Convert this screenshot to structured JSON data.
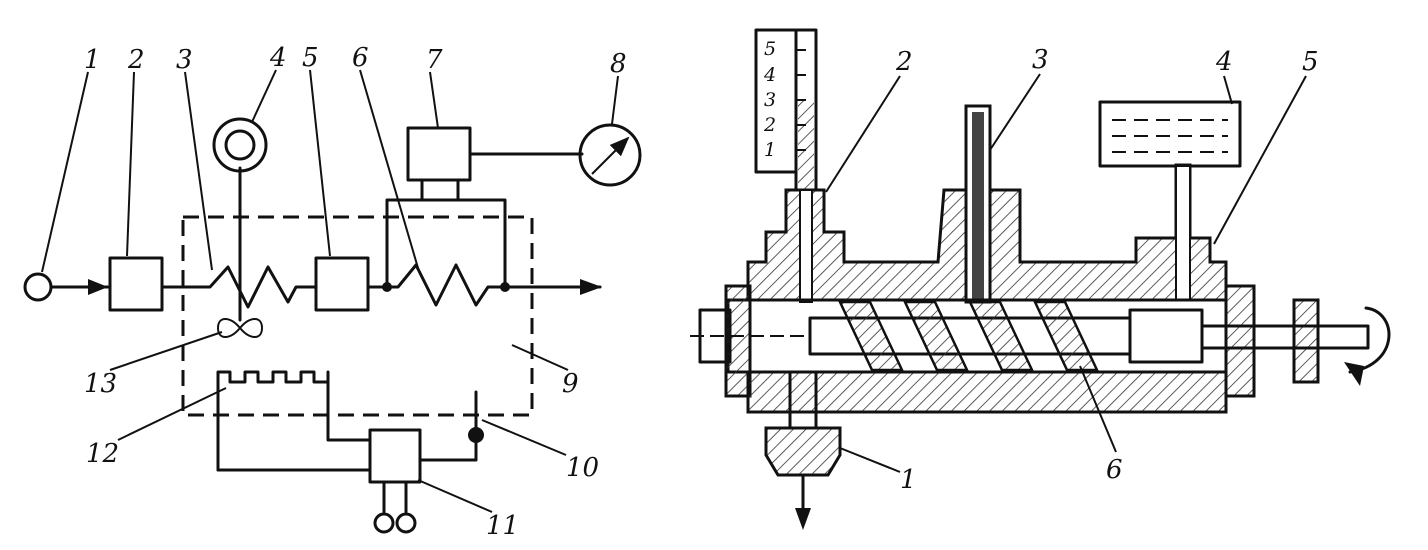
{
  "left_diagram": {
    "labels": [
      "1",
      "2",
      "3",
      "4",
      "5",
      "6",
      "7",
      "8",
      "9",
      "10",
      "11",
      "12",
      "13"
    ]
  },
  "right_diagram": {
    "labels": [
      "1",
      "2",
      "3",
      "4",
      "5",
      "6"
    ],
    "scale_marks": [
      "5",
      "4",
      "3",
      "2",
      "1"
    ]
  }
}
